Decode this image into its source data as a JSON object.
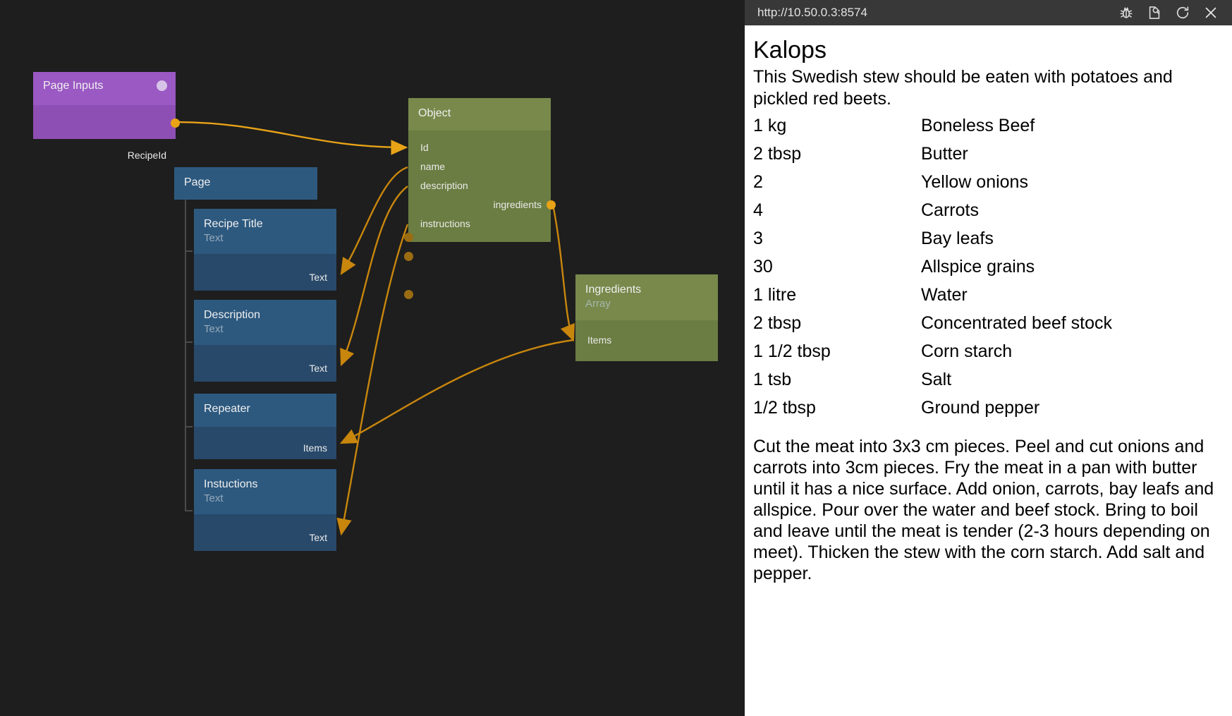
{
  "editor": {
    "nodes": [
      {
        "id": "page-inputs",
        "title": "Page Inputs",
        "subtitle": "",
        "ports_out": [
          "RecipeId"
        ],
        "ports_in": []
      },
      {
        "id": "page",
        "title": "Page",
        "subtitle": "",
        "ports_out": [],
        "ports_in": []
      },
      {
        "id": "recipe-title",
        "title": "Recipe Title",
        "subtitle": "Text",
        "ports_out": [
          "Text"
        ],
        "ports_in": []
      },
      {
        "id": "description",
        "title": "Description",
        "subtitle": "Text",
        "ports_out": [
          "Text"
        ],
        "ports_in": []
      },
      {
        "id": "repeater",
        "title": "Repeater",
        "subtitle": "",
        "ports_out": [
          "Items"
        ],
        "ports_in": []
      },
      {
        "id": "instuctions",
        "title": "Instuctions",
        "subtitle": "Text",
        "ports_out": [
          "Text"
        ],
        "ports_in": []
      },
      {
        "id": "object",
        "title": "Object",
        "subtitle": "",
        "ports_in": [
          "Id",
          "name",
          "description",
          "instructions"
        ],
        "ports_out": [
          "ingredients"
        ]
      },
      {
        "id": "ingredients",
        "title": "Ingredients",
        "subtitle": "Array",
        "ports_in": [
          "Items"
        ],
        "ports_out": []
      }
    ],
    "colors": {
      "canvas_bg": "#1e1e1e",
      "purple_header": "#9b59c4",
      "purple_body": "#8e4fb5",
      "blue_header": "#2d597f",
      "blue_body": "#28496a",
      "green_header": "#78894b",
      "green_body": "#6b7d42",
      "wire": "#c8860d",
      "port_dot": "#e8a317"
    }
  },
  "browser": {
    "url": "http://10.50.0.3:8574",
    "icons": {
      "debug": "bug-icon",
      "inspect": "page-search-icon",
      "reload": "reload-icon",
      "close": "close-icon"
    }
  },
  "recipe": {
    "title": "Kalops",
    "description": "This Swedish stew should be eaten with potatoes and pickled red beets.",
    "ingredients": [
      {
        "amount": "1 kg",
        "name": "Boneless Beef"
      },
      {
        "amount": "2 tbsp",
        "name": "Butter"
      },
      {
        "amount": "2",
        "name": "Yellow onions"
      },
      {
        "amount": "4",
        "name": "Carrots"
      },
      {
        "amount": "3",
        "name": "Bay leafs"
      },
      {
        "amount": "30",
        "name": "Allspice grains"
      },
      {
        "amount": "1 litre",
        "name": "Water"
      },
      {
        "amount": "2 tbsp",
        "name": "Concentrated beef stock"
      },
      {
        "amount": "1 1/2 tbsp",
        "name": "Corn starch"
      },
      {
        "amount": "1 tsb",
        "name": "Salt"
      },
      {
        "amount": "1/2 tbsp",
        "name": "Ground pepper"
      }
    ],
    "instructions": "Cut the meat into 3x3 cm pieces. Peel and cut onions and carrots into 3cm pieces. Fry the meat in a pan with butter until it has a nice surface. Add onion, carrots, bay leafs and allspice. Pour over the water and beef stock. Bring to boil and leave until the meat is tender (2-3 hours depending on meet). Thicken the stew with the corn starch. Add salt and pepper."
  }
}
